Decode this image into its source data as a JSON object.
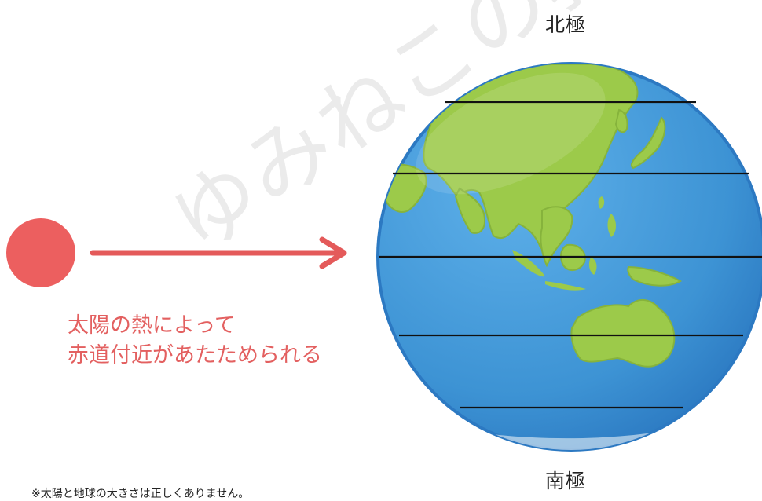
{
  "labels": {
    "north_pole": "北極",
    "south_pole": "南極",
    "caption_line1": "太陽の熱によって",
    "caption_line2": "赤道付近があたためられる",
    "footnote": "※太陽と地球の大きさは正しくありません。",
    "watermark": "ゆみねこの教"
  },
  "colors": {
    "sun": "#ec5f5f",
    "arrow": "#e45a5a",
    "caption": "#e36060",
    "ocean": "#3d93d4",
    "ocean_dark": "#2a77c0",
    "land": "#9cca4a",
    "latitude_lines": "#111111"
  }
}
